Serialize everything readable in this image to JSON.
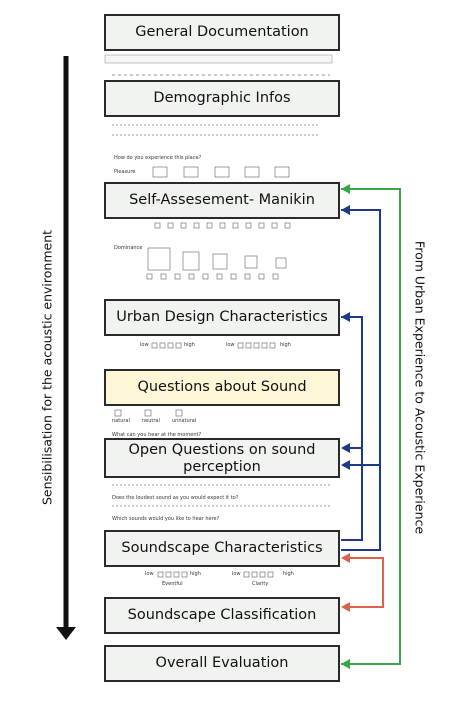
{
  "stages": [
    {
      "label": "General Documentation"
    },
    {
      "label": "Demographic Infos"
    },
    {
      "label": "Self-Assesement- Manikin"
    },
    {
      "label": "Urban Design Characteristics"
    },
    {
      "label": "Questions about Sound"
    },
    {
      "label": "Open Questions on sound perception"
    },
    {
      "label": "Soundscape Characteristics"
    },
    {
      "label": "Soundscape Classification"
    },
    {
      "label": "Overall Evaluation"
    }
  ],
  "left_label": "Sensibilisation for the acoustic environment",
  "right_label": "From Urban Experience to Acoustic Experience",
  "colors": {
    "main_arrow": "#111111",
    "green": "#3aa64a",
    "blue": "#1d3a8a",
    "red": "#d9634c",
    "box_fill": "#f1f3f0",
    "highlight_fill": "#fdf7d8"
  },
  "form_snippets": {
    "experience_question": "How do you experience this place?",
    "pleasure": "Pleasure",
    "dominance": "Dominance",
    "low": "low",
    "high": "high",
    "natural": "natural",
    "neutral": "neutral",
    "unnatural": "unnatural",
    "sound_name_q": "What can you hear at the moment?",
    "loudest_q": "Does the loudest sound as you would expect it to?",
    "wish_q": "Which sounds would you like to hear here?",
    "eventful": "Eventful",
    "clarity": "Clarity"
  }
}
